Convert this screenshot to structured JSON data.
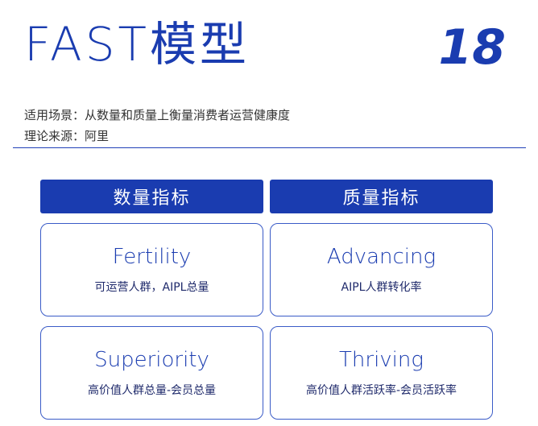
{
  "title": "FAST模型",
  "page_number": "18",
  "meta": {
    "scenario": "适用场景：从数量和质量上衡量消费者运营健康度",
    "source": "理论来源：阿里"
  },
  "columns": [
    {
      "header": "数量指标"
    },
    {
      "header": "质量指标"
    }
  ],
  "cards": [
    {
      "name": "Fertility",
      "desc": "可运营人群，AIPL总量"
    },
    {
      "name": "Advancing",
      "desc": "AIPL人群转化率"
    },
    {
      "name": "Superiority",
      "desc": "高价值人群总量-会员总量"
    },
    {
      "name": "Thriving",
      "desc": "高价值人群活跃率-会员活跃率"
    }
  ]
}
